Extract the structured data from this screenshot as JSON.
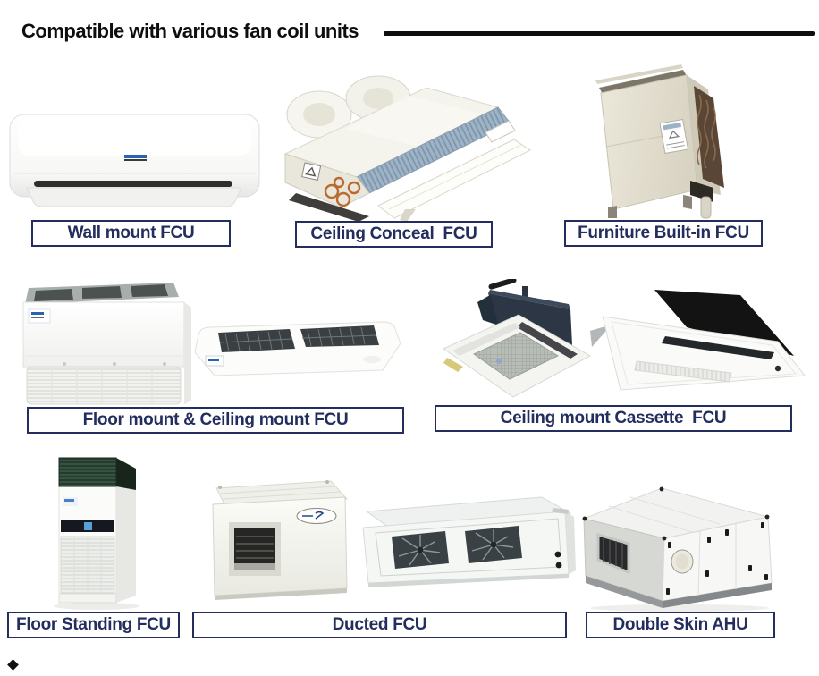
{
  "page": {
    "title": "Compatible with various fan coil units"
  },
  "colors": {
    "caption_navy": "#232e5e",
    "title_black": "#0e0e0e",
    "coil_blue": "#9eb3c5",
    "grille_green": "#243c2c"
  },
  "units": [
    {
      "name": "wall-mount-fcu",
      "label": "Wall mount FCU"
    },
    {
      "name": "ceiling-conceal-fcu",
      "label": "Ceiling Conceal  FCU"
    },
    {
      "name": "furniture-built-in-fcu",
      "label": "Furniture Built-in FCU"
    },
    {
      "name": "floor-ceiling-mount-fcu",
      "label": "Floor mount & Ceiling mount FCU"
    },
    {
      "name": "ceiling-cassette-fcu",
      "label": "Ceiling mount Cassette  FCU"
    },
    {
      "name": "floor-standing-fcu",
      "label": "Floor Standing FCU"
    },
    {
      "name": "ducted-fcu",
      "label": "Ducted FCU"
    },
    {
      "name": "double-skin-ahu",
      "label": "Double Skin AHU"
    }
  ]
}
